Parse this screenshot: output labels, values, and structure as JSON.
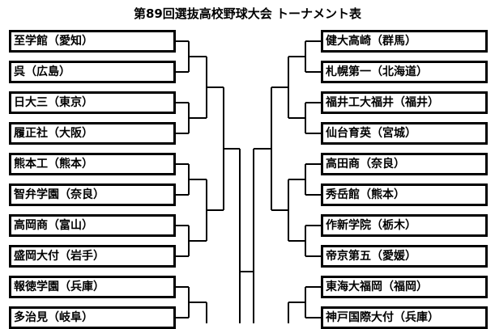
{
  "title": "第89回選抜高校野球大会 トーナメント表",
  "left_teams": [
    "至学館（愛知）",
    "呉（広島）",
    "日大三（東京）",
    "履正社（大阪）",
    "熊本工（熊本）",
    "智弁学園（奈良）",
    "高岡商（富山）",
    "盛岡大付（岩手）",
    "報徳学園（兵庫）",
    "多治見（岐阜）"
  ],
  "right_teams": [
    "健大高崎（群馬）",
    "札幌第一（北海道）",
    "福井工大福井（福井）",
    "仙台育英（宮城）",
    "高田商（奈良）",
    "秀岳館（熊本）",
    "作新学院（栃木）",
    "帝京第五（愛媛）",
    "東海大福岡（福岡）",
    "神戸国際大付（兵庫）"
  ]
}
